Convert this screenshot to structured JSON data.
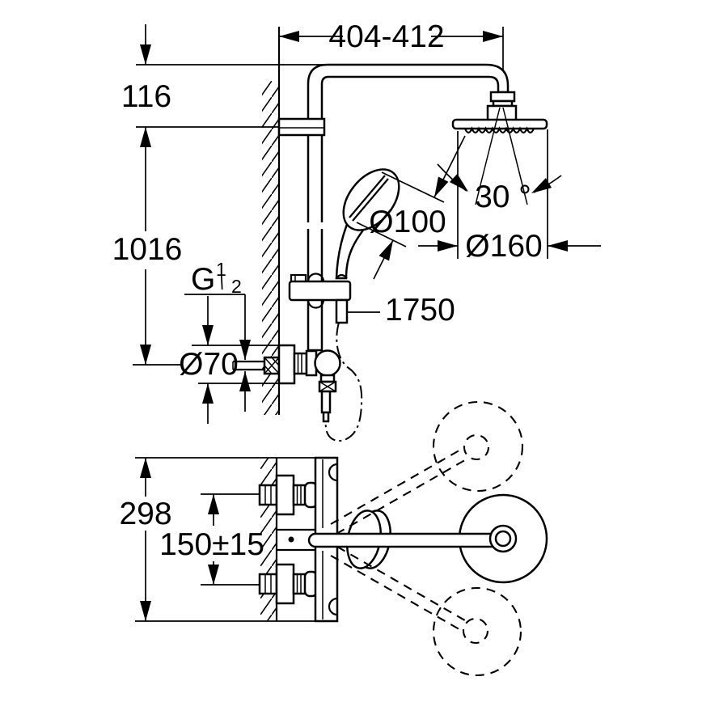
{
  "drawing": {
    "kind": "shower-system installation dimension drawing",
    "colors": {
      "line": "#000000",
      "background": "#ffffff"
    },
    "upper_view": {
      "dim_arm_reach": "404-412",
      "dim_arm_drop": "116",
      "dim_rail_height": "1016",
      "thread": {
        "g": "G",
        "numerator": "1",
        "slash": "/",
        "denominator": "2"
      },
      "dim_escutcheon_diameter": "Ø70",
      "dim_hand_shower_diameter": "Ø100",
      "dim_spray_angle": "30 °",
      "dim_head_shower_diameter": "Ø160",
      "dim_hose_length": "1750"
    },
    "lower_view": {
      "dim_overall_height": "298",
      "dim_connection_centers": "150±15"
    }
  }
}
